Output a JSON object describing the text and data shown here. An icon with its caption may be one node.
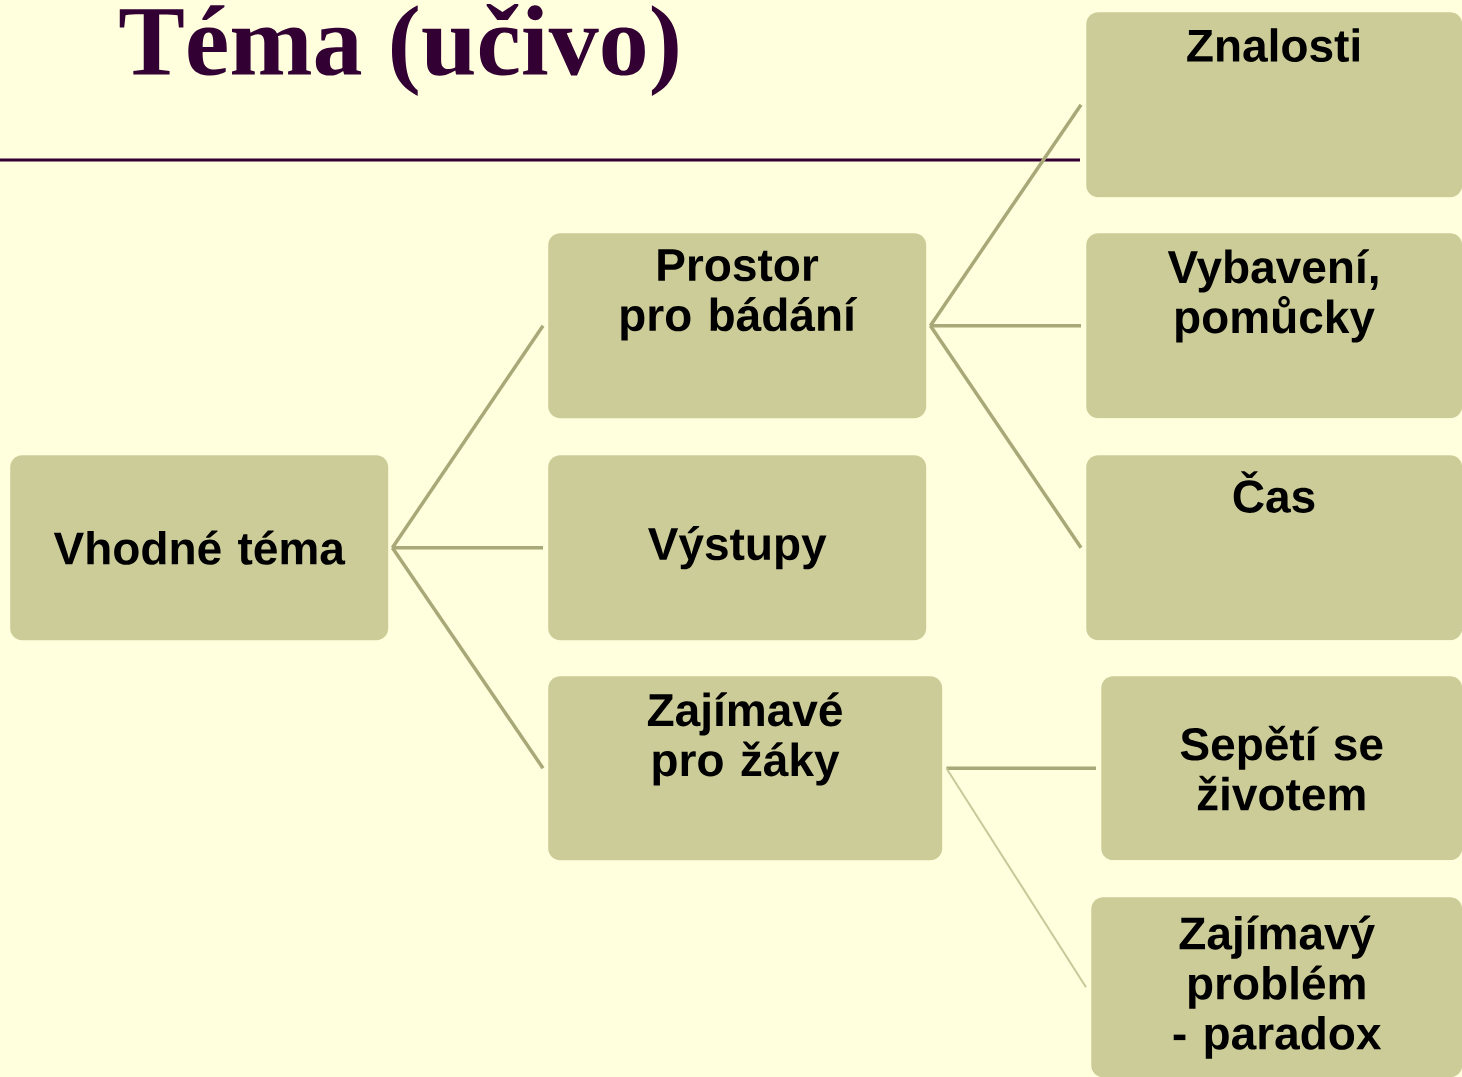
{
  "diagram": {
    "title": "Téma (učivo)",
    "nodes": [
      {
        "text": [
          "Vhodné téma"
        ]
      },
      {
        "text": [
          "Prostor pro bádání"
        ]
      },
      {
        "text": [
          "Výstupy"
        ]
      },
      {
        "text": [
          "Zajímavé pro žáky"
        ]
      },
      {
        "text": [
          "Znalosti"
        ]
      },
      {
        "text": [
          "Vybavení, pomůcky"
        ]
      },
      {
        "text": [
          "Čas"
        ]
      },
      {
        "text": [
          "Sepětí se životem"
        ]
      },
      {
        "text": [
          "Zajímavý problém - paradox"
        ]
      }
    ],
    "edges": [
      {
        "from": 0,
        "to": 1,
        "arrow": "none"
      },
      {
        "from": 0,
        "to": 2,
        "arrow": "none"
      },
      {
        "from": 0,
        "to": 3,
        "arrow": "none"
      },
      {
        "from": 1,
        "to": 4,
        "arrow": "none"
      },
      {
        "from": 1,
        "to": 5,
        "arrow": "none"
      },
      {
        "from": 1,
        "to": 6,
        "arrow": "none"
      },
      {
        "from": 3,
        "to": 7,
        "arrow": "none"
      },
      {
        "from": 3,
        "to": 8,
        "arrow": "none",
        "color": "#c8c89a"
      }
    ]
  }
}
